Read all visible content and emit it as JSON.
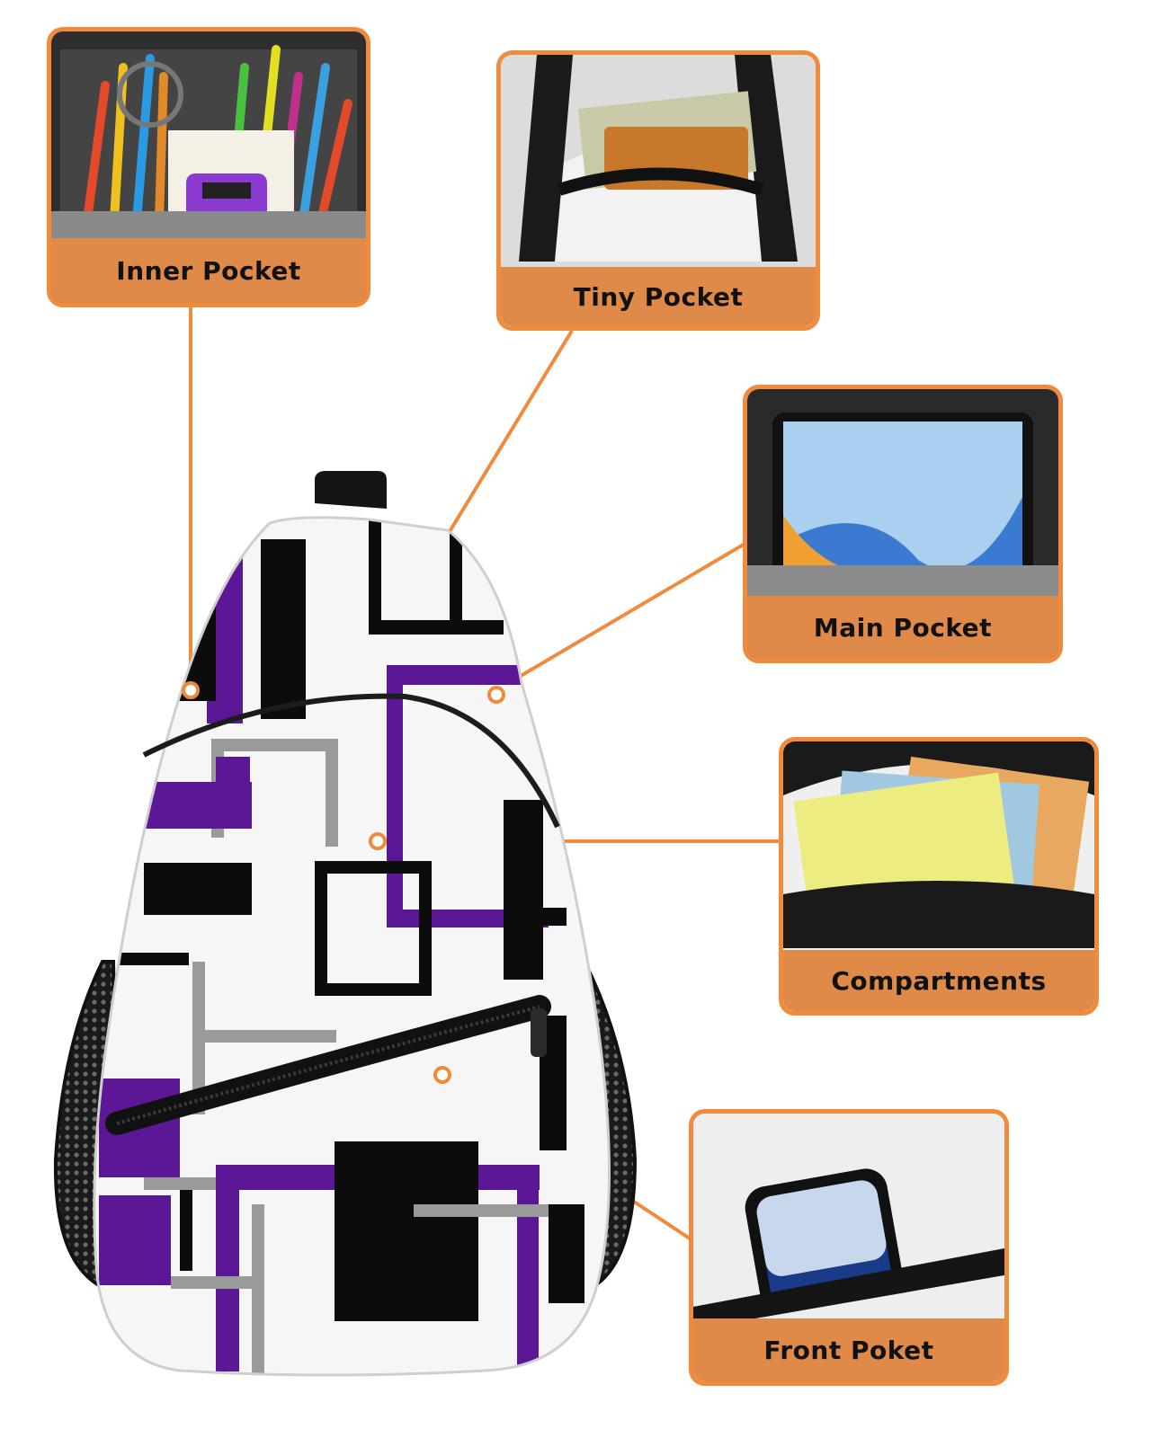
{
  "callouts": {
    "inner": {
      "label": "Inner Pocket",
      "icon": "pencil-cup-icon"
    },
    "tiny": {
      "label": "Tiny Pocket",
      "icon": "cash-wallet-icon"
    },
    "main": {
      "label": "Main Pocket",
      "icon": "tablet-icon"
    },
    "compart": {
      "label": "Compartments",
      "icon": "notebook-icon"
    },
    "front": {
      "label": "Front Poket",
      "icon": "phone-icon"
    }
  },
  "colors": {
    "accent": "#f08a3c",
    "band": "#e08a4a",
    "purple": "#5b1796",
    "black": "#0c0c0c",
    "gray": "#9a9a9a"
  }
}
